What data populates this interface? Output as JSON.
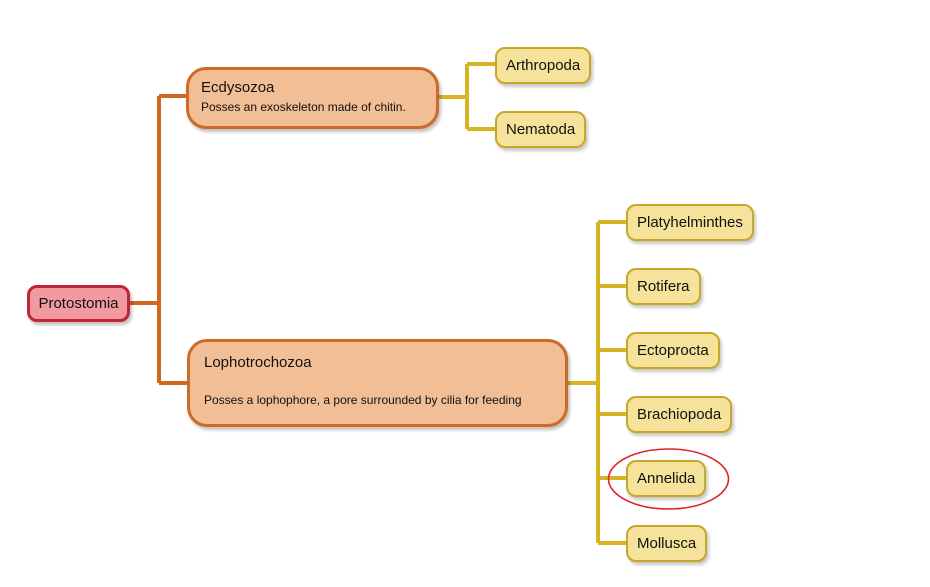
{
  "root": {
    "label": "Protostomia"
  },
  "groups": [
    {
      "title": "Ecdysozoa",
      "description": "Posses an exoskeleton made of chitin."
    },
    {
      "title": "Lophotrochozoa",
      "description": "Posses a lophophore, a pore surrounded by cilia for feeding"
    }
  ],
  "ecdysozoa_children": [
    "Arthropoda",
    "Nematoda"
  ],
  "lophotrochozoa_children": [
    "Platyhelminthes",
    "Rotifera",
    "Ectoprocta",
    "Brachiopoda",
    "Annelida",
    "Mollusca"
  ],
  "colors": {
    "root_fill": "#f19aa0",
    "root_border": "#c0243a",
    "group_fill": "#f1be95",
    "group_border": "#cf6a26",
    "leaf_fill": "#f6e39b",
    "leaf_border": "#c7a72a",
    "highlight": "#e0202a"
  },
  "highlighted_node": "Annelida"
}
